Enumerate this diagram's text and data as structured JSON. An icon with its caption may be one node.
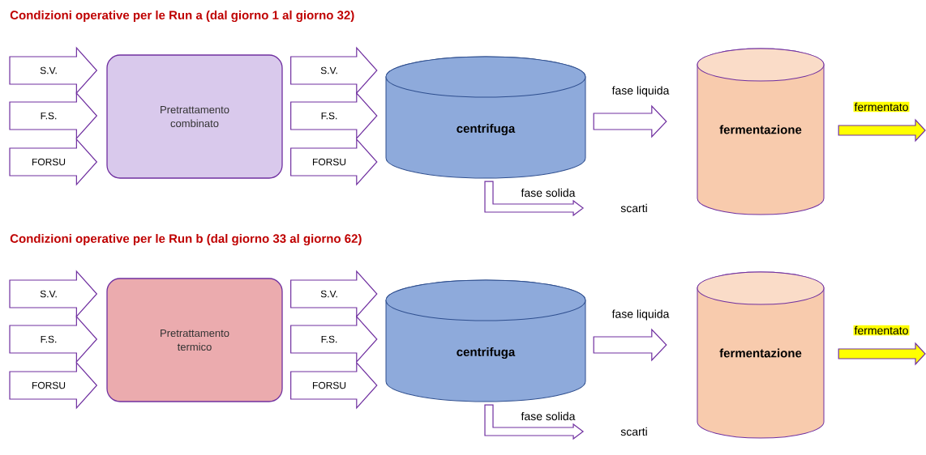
{
  "diagram": {
    "nodes": [
      {
        "text": [
          "Pretrattamento combinato"
        ]
      },
      {
        "text": [
          "centrifuga"
        ]
      },
      {
        "text": [
          "fermentazione"
        ]
      },
      {
        "text": [
          "scarti"
        ]
      },
      {
        "text": [
          "Pretrattamento termico"
        ]
      },
      {
        "text": [
          "centrifuga"
        ]
      },
      {
        "text": [
          "fermentazione"
        ]
      },
      {
        "text": [
          "scarti"
        ]
      }
    ],
    "edges": [
      {
        "from": null,
        "to": 0,
        "arrow": "to",
        "label": "S.V."
      },
      {
        "from": null,
        "to": 0,
        "arrow": "to",
        "label": "F.S."
      },
      {
        "from": null,
        "to": 0,
        "arrow": "to",
        "label": "FORSU"
      },
      {
        "from": 0,
        "to": 1,
        "arrow": "to",
        "label": "S.V."
      },
      {
        "from": 0,
        "to": 1,
        "arrow": "to",
        "label": "F.S."
      },
      {
        "from": 0,
        "to": 1,
        "arrow": "to",
        "label": "FORSU"
      },
      {
        "from": 1,
        "to": 2,
        "arrow": "to",
        "label": "fase liquida"
      },
      {
        "from": 2,
        "to": null,
        "arrow": "to",
        "label": "fermentato",
        "color": "#ffff00"
      },
      {
        "from": 1,
        "to": 3,
        "arrow": "to",
        "label": "fase solida"
      },
      {
        "from": null,
        "to": 4,
        "arrow": "to",
        "label": "S.V."
      },
      {
        "from": null,
        "to": 4,
        "arrow": "to",
        "label": "F.S."
      },
      {
        "from": null,
        "to": 4,
        "arrow": "to",
        "label": "FORSU"
      },
      {
        "from": 4,
        "to": 5,
        "arrow": "to",
        "label": "S.V."
      },
      {
        "from": 4,
        "to": 5,
        "arrow": "to",
        "label": "F.S."
      },
      {
        "from": 4,
        "to": 5,
        "arrow": "to",
        "label": "FORSU"
      },
      {
        "from": 5,
        "to": 6,
        "arrow": "to",
        "label": "fase liquida"
      },
      {
        "from": 6,
        "to": null,
        "arrow": "to",
        "label": "fermentato",
        "color": "#ffff00"
      },
      {
        "from": 5,
        "to": 7,
        "arrow": "to",
        "label": "fase solida"
      }
    ],
    "labels": [
      "Condizioni operative per le Run a (dal giorno 1 al giorno 32)",
      "Condizioni operative per le Run b (dal giorno 33 al giorno 62)"
    ]
  }
}
